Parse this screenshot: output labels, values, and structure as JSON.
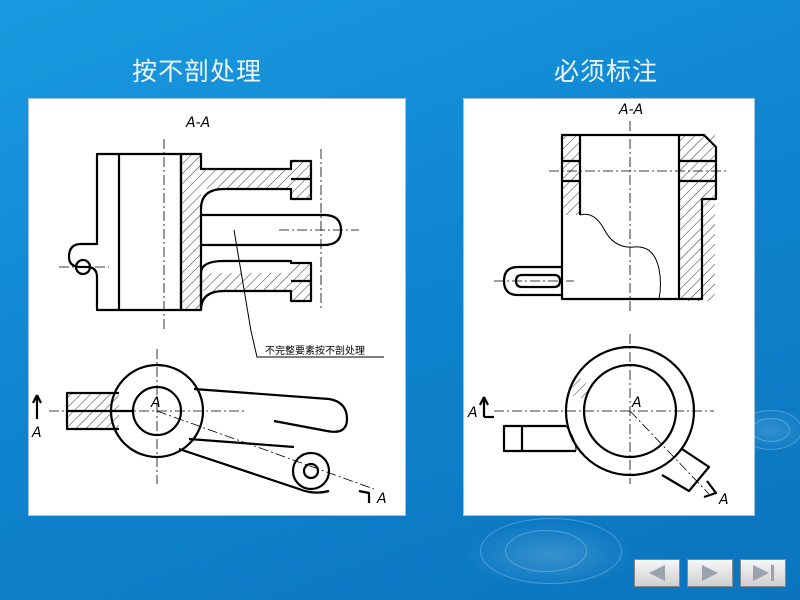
{
  "titles": {
    "left": "按不剖处理",
    "right": "必须标注"
  },
  "left_drawing": {
    "section_label": "A-A",
    "note": "不完整要素按不剖处理",
    "cut_label_left": "A",
    "cut_label_right": "A",
    "center_label": "A"
  },
  "right_drawing": {
    "section_label": "A-A",
    "cut_label_left": "A",
    "cut_label_right": "A",
    "center_label": "A"
  },
  "nav": {
    "prev_icon": "triangle-left-icon",
    "next_icon": "triangle-right-icon",
    "last_icon": "skip-to-end-icon"
  }
}
